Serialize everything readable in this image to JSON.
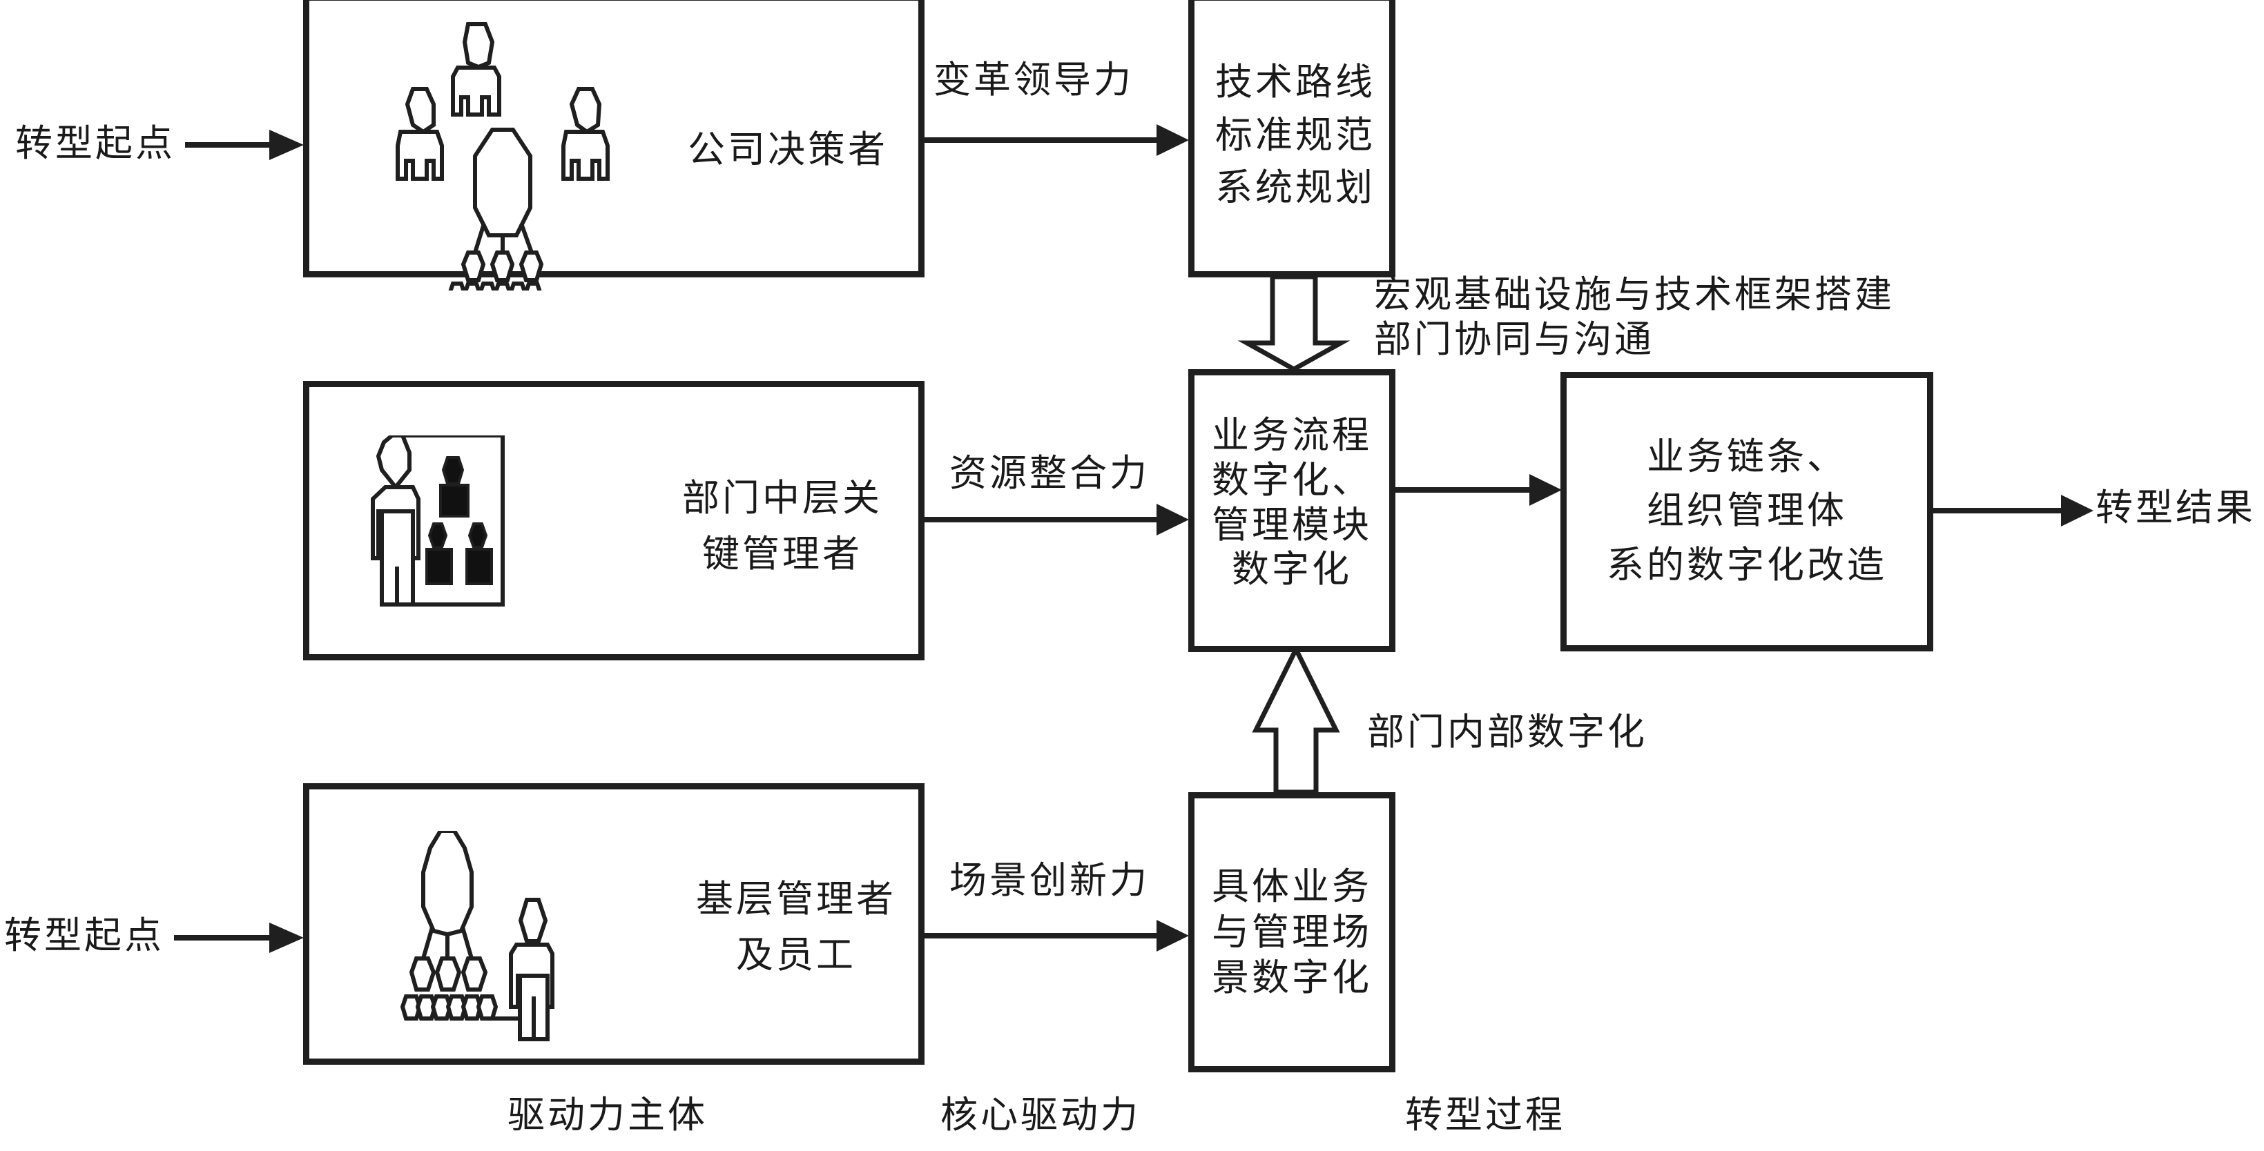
{
  "diagram": {
    "inputs": {
      "start_top": "转型起点",
      "start_bottom": "转型起点",
      "result": "转型结果"
    },
    "actors": [
      {
        "id": "decision_makers",
        "label": "公司决策者",
        "icon": "leadership-group-icon"
      },
      {
        "id": "middle_managers",
        "label_lines": [
          "部门中层关",
          "键管理者"
        ],
        "icon": "presenter-with-team-icon"
      },
      {
        "id": "frontline",
        "label_lines": [
          "基层管理者",
          "及员工"
        ],
        "icon": "org-chart-with-employee-icon"
      }
    ],
    "forces": [
      {
        "label": "变革领导力"
      },
      {
        "label": "资源整合力"
      },
      {
        "label": "场景创新力"
      }
    ],
    "process": {
      "tech": [
        "技术路线",
        "标准规范",
        "系统规划"
      ],
      "business": [
        "业务流程",
        "数字化、",
        "管理模块",
        "数字化"
      ],
      "scenario": [
        "具体业务",
        "与管理场",
        "景数字化"
      ]
    },
    "result_box": [
      "业务链条、",
      "组织管理体",
      "系的数字化改造"
    ],
    "annotations": {
      "top_arrow": [
        "宏观基础设施与技术框架搭建",
        "部门协同与沟通"
      ],
      "bottom_arrow": "部门内部数字化"
    },
    "column_labels": {
      "actors": "驱动力主体",
      "forces": "核心驱动力",
      "process": "转型过程"
    }
  }
}
